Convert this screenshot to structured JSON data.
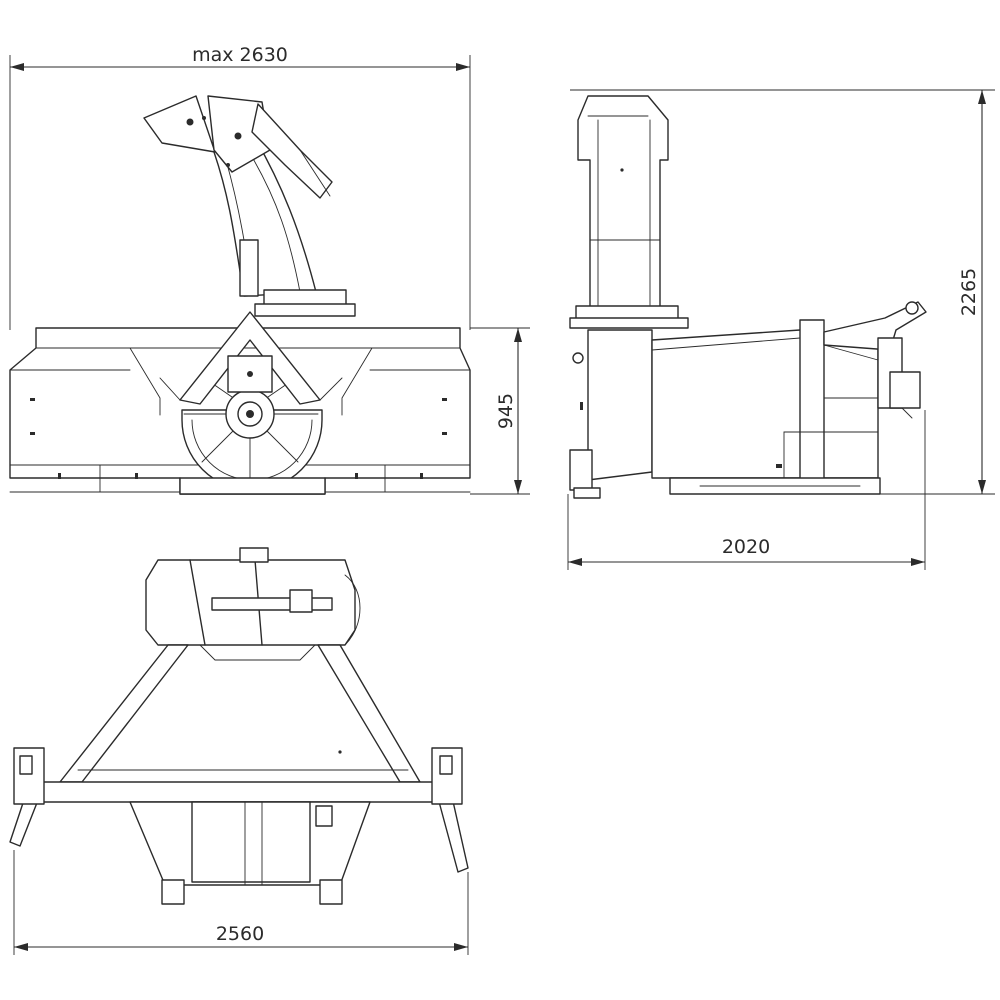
{
  "dimensions": {
    "max_width": "max  2630",
    "front_height": "945",
    "total_height": "2265",
    "side_length": "2020",
    "top_width": "2560"
  },
  "colors": {
    "line": "#2b2b2b",
    "background": "#ffffff"
  }
}
